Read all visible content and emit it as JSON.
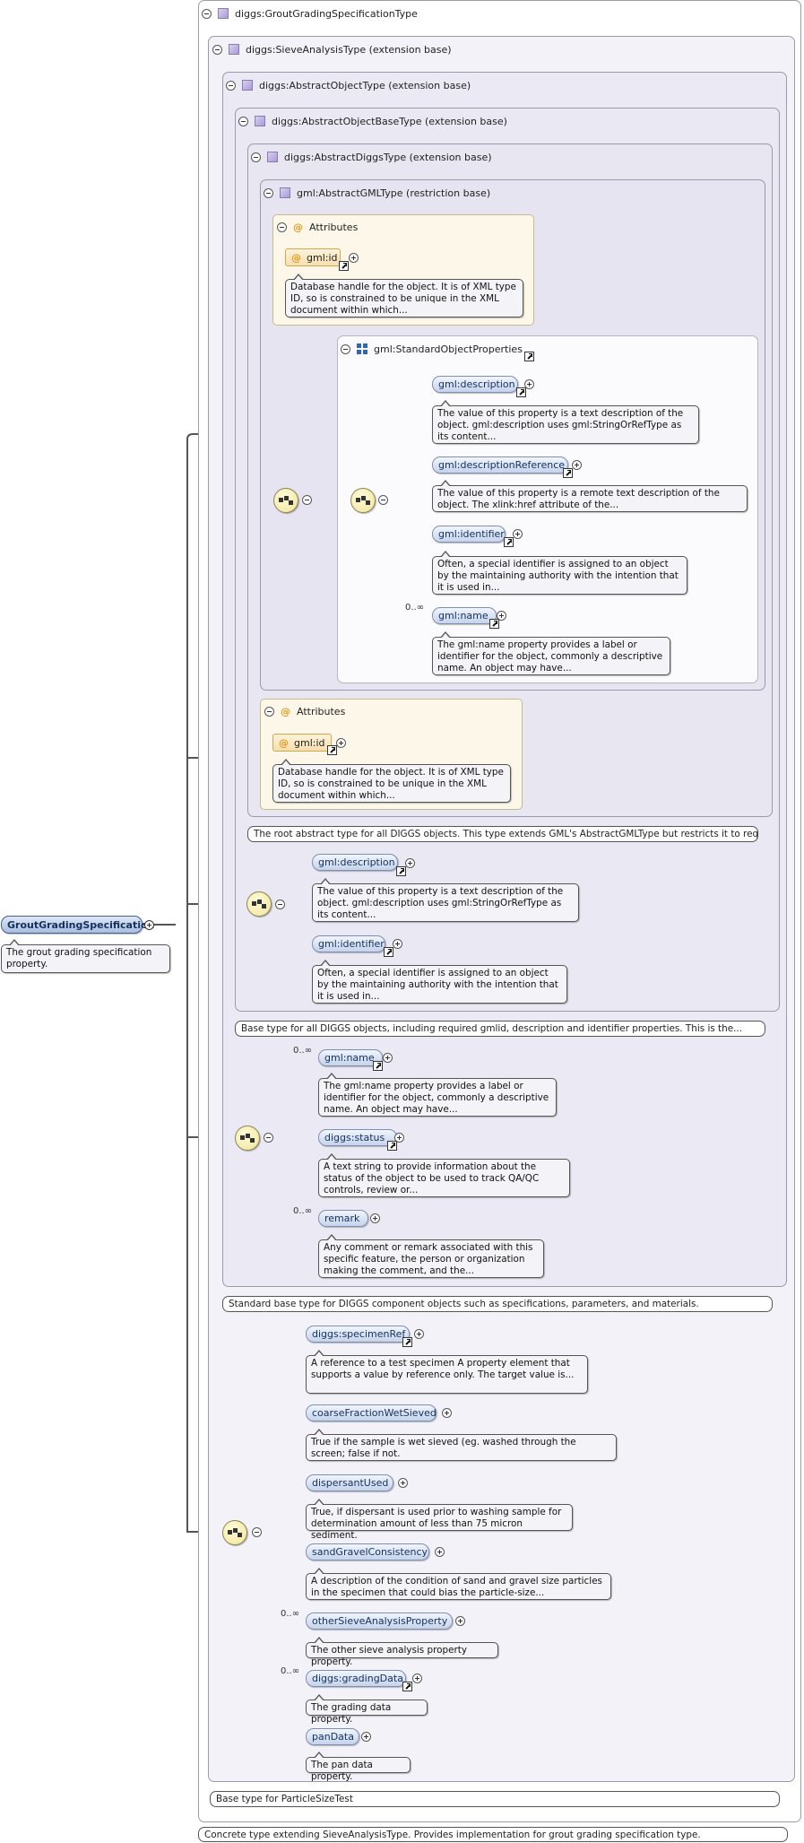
{
  "root_element": {
    "name": "GroutGradingSpecification",
    "doc": "The grout grading specification property."
  },
  "types": {
    "t1": {
      "name": "diggs:GroutGradingSpecificationType",
      "doc": "Concrete type extending SieveAnalysisType. Provides implementation for grout grading specification type."
    },
    "t2": {
      "name": "diggs:SieveAnalysisType",
      "suffix": "(extension base)",
      "doc": "Base type for ParticleSizeTest"
    },
    "t3": {
      "name": "diggs:AbstractObjectType",
      "suffix": "(extension base)",
      "doc": "Standard base type for DIGGS component objects such as specifications, parameters, and materials."
    },
    "t4": {
      "name": "diggs:AbstractObjectBaseType",
      "suffix": "(extension base)",
      "doc": "Base type for all DIGGS objects, including required gmlid, description and identifier properties. This is the..."
    },
    "t5": {
      "name": "diggs:AbstractDiggsType",
      "suffix": "(extension base)",
      "doc": "The root abstract type for all DIGGS objects. This type extends GML's AbstractGMLType but restricts it to require a..."
    },
    "t6": {
      "name": "gml:AbstractGMLType",
      "suffix": "(restriction base)"
    }
  },
  "attributes_label": "Attributes",
  "attr_icon": "@",
  "attr_id": {
    "name": "gml:id",
    "doc": "Database handle for the object. It is of XML type ID, so is constrained to be unique in the XML document within which..."
  },
  "group": {
    "name": "gml:StandardObjectProperties"
  },
  "occurrence_many": "0..∞",
  "elements": {
    "description": {
      "name": "gml:description",
      "doc": "The value of this property is a text description of the object. gml:description uses gml:StringOrRefType as its content..."
    },
    "descriptionReference": {
      "name": "gml:descriptionReference",
      "doc": "The value of this property is a remote text description of the object. The xlink:href attribute of the..."
    },
    "identifier": {
      "name": "gml:identifier",
      "doc": "Often, a special identifier is assigned to an object by the maintaining authority with the intention that it is used in..."
    },
    "name": {
      "name": "gml:name",
      "doc": "The gml:name property provides a label or identifier for the object, commonly a descriptive name. An object may have..."
    },
    "status": {
      "name": "diggs:status",
      "doc": "A text string to provide information about the status of the object to be used to track QA/QC controls, review or..."
    },
    "remark": {
      "name": "remark",
      "doc": "Any comment or remark associated with this specific feature, the person or organization making the comment, and the..."
    },
    "specimenRef": {
      "name": "diggs:specimenRef",
      "doc": "A reference to a test specimen A property element that supports a value by reference only. The target value is..."
    },
    "coarseFractionWetSieved": {
      "name": "coarseFractionWetSieved",
      "doc": "True if the sample is wet sieved (eg. washed through the screen; false if not."
    },
    "dispersantUsed": {
      "name": "dispersantUsed",
      "doc": "True, if dispersant is used prior to washing sample for determination amount of less than 75 micron sediment."
    },
    "sandGravelConsistency": {
      "name": "sandGravelConsistency",
      "doc": "A description of the condition of sand and gravel size particles in the specimen that could bias the particle-size..."
    },
    "otherSieveAnalysisProperty": {
      "name": "otherSieveAnalysisProperty",
      "doc": "The other sieve analysis property property."
    },
    "gradingData": {
      "name": "diggs:gradingData",
      "doc": "The grading data property."
    },
    "panData": {
      "name": "panData",
      "doc": "The pan data property."
    }
  },
  "icons": {
    "collapse": "minus-circle-icon",
    "expand": "plus-circle-icon",
    "type": "complex-type-icon",
    "sequence": "sequence-compositor-icon",
    "reference": "reference-arrow-icon",
    "group": "model-group-icon"
  }
}
